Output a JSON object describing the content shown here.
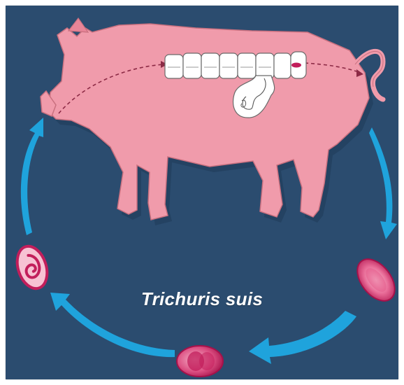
{
  "diagram": {
    "title": "Trichuris suis",
    "colors": {
      "background": "#2b4c6f",
      "pig_body": "#f09bab",
      "pig_outline": "#c9707f",
      "arrow": "#1fa3dc",
      "egg_dark": "#c21e5b",
      "egg_light": "#f7c2d3",
      "intestine": "#ffffff"
    },
    "stages": [
      "host-pig",
      "embryonated-egg-larva",
      "egg-early-development",
      "egg-unembryonated"
    ]
  }
}
